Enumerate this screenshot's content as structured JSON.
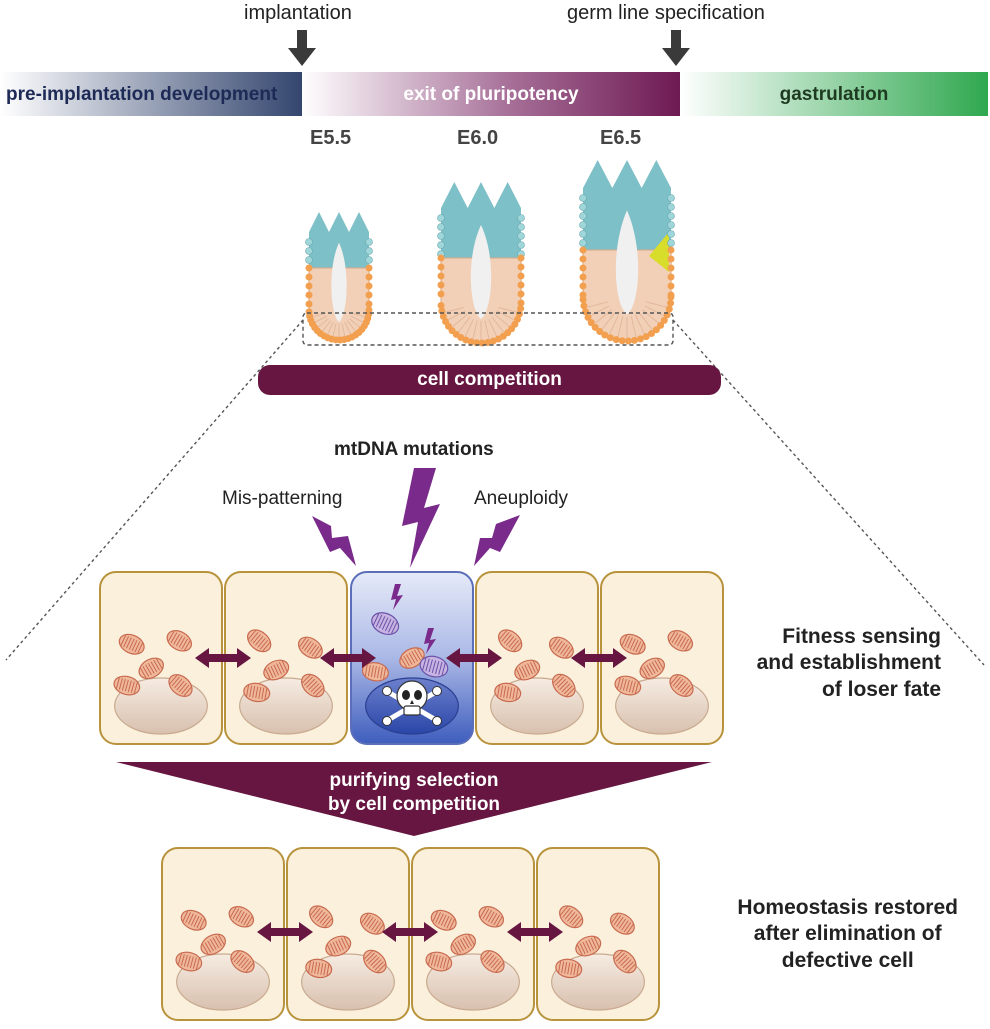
{
  "markers": {
    "implantation": "implantation",
    "germ_line": "germ line specification"
  },
  "timeline": {
    "segments": [
      {
        "label": "pre-implantation development",
        "text_color": "#1d2a55",
        "from": "#ffffff",
        "to": "#34466f"
      },
      {
        "label": "exit of pluripotency",
        "text_color": "#ffffff",
        "from": "#ffffff",
        "to": "#6e1a52"
      },
      {
        "label": "gastrulation",
        "text_color": "#1e3b22",
        "from": "#ffffff",
        "to": "#2fa84f"
      }
    ]
  },
  "stages": [
    "E5.5",
    "E6.0",
    "E6.5"
  ],
  "banner": "cell competition",
  "causes": {
    "main": "mtDNA mutations",
    "left": "Mis-patterning",
    "right": "Aneuploidy"
  },
  "fitness_label": [
    "Fitness sensing",
    "and establishment",
    "of loser fate"
  ],
  "funnel_label": [
    "purifying selection",
    "by cell competition"
  ],
  "homeostasis_label": [
    "Homeostasis restored",
    "after elimination of",
    "defective cell"
  ],
  "colors": {
    "plum": "#661640",
    "lightning": "#7a2a8a",
    "cell_fill": "#faf0dc",
    "cell_border": "#b8933c",
    "mito": "#f0b89a",
    "mito_stroke": "#c86a50",
    "loser_top": "#dde3f6",
    "loser_bottom": "#3e5dbd",
    "epiblast": "#f2d0b8",
    "extraembryonic": "#7ec0c8",
    "visceral_endoderm": "#f2a050",
    "primitive_streak": "#d8dc2a"
  }
}
